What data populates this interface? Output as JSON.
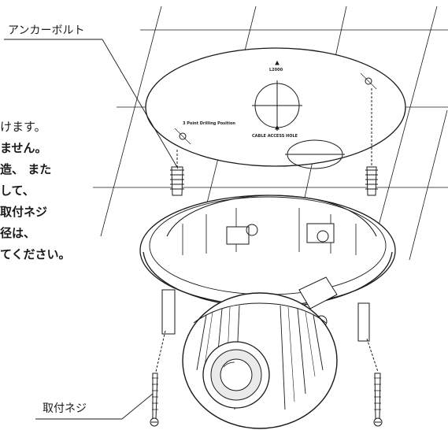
{
  "labels": {
    "anchor_bolt": "アンカーボルト",
    "mount_screw": "取付ネジ"
  },
  "plate_text": {
    "top": "L2000",
    "left": "3 Point Drilling Position",
    "right": "CABLE ACCESS HOLE"
  },
  "body_text": [
    {
      "text": "けます。",
      "bold": false
    },
    {
      "text": "ません。",
      "bold": true
    },
    {
      "text": "造、 また",
      "bold": true
    },
    {
      "text": "して、",
      "bold": true
    },
    {
      "text": "取付ネジ",
      "bold": true
    },
    {
      "text": "径は、",
      "bold": true
    },
    {
      "text": "てください。",
      "bold": true
    }
  ],
  "colors": {
    "line": "#1a1a1a",
    "fill": "#ffffff",
    "shade": "#e8e8e8"
  }
}
